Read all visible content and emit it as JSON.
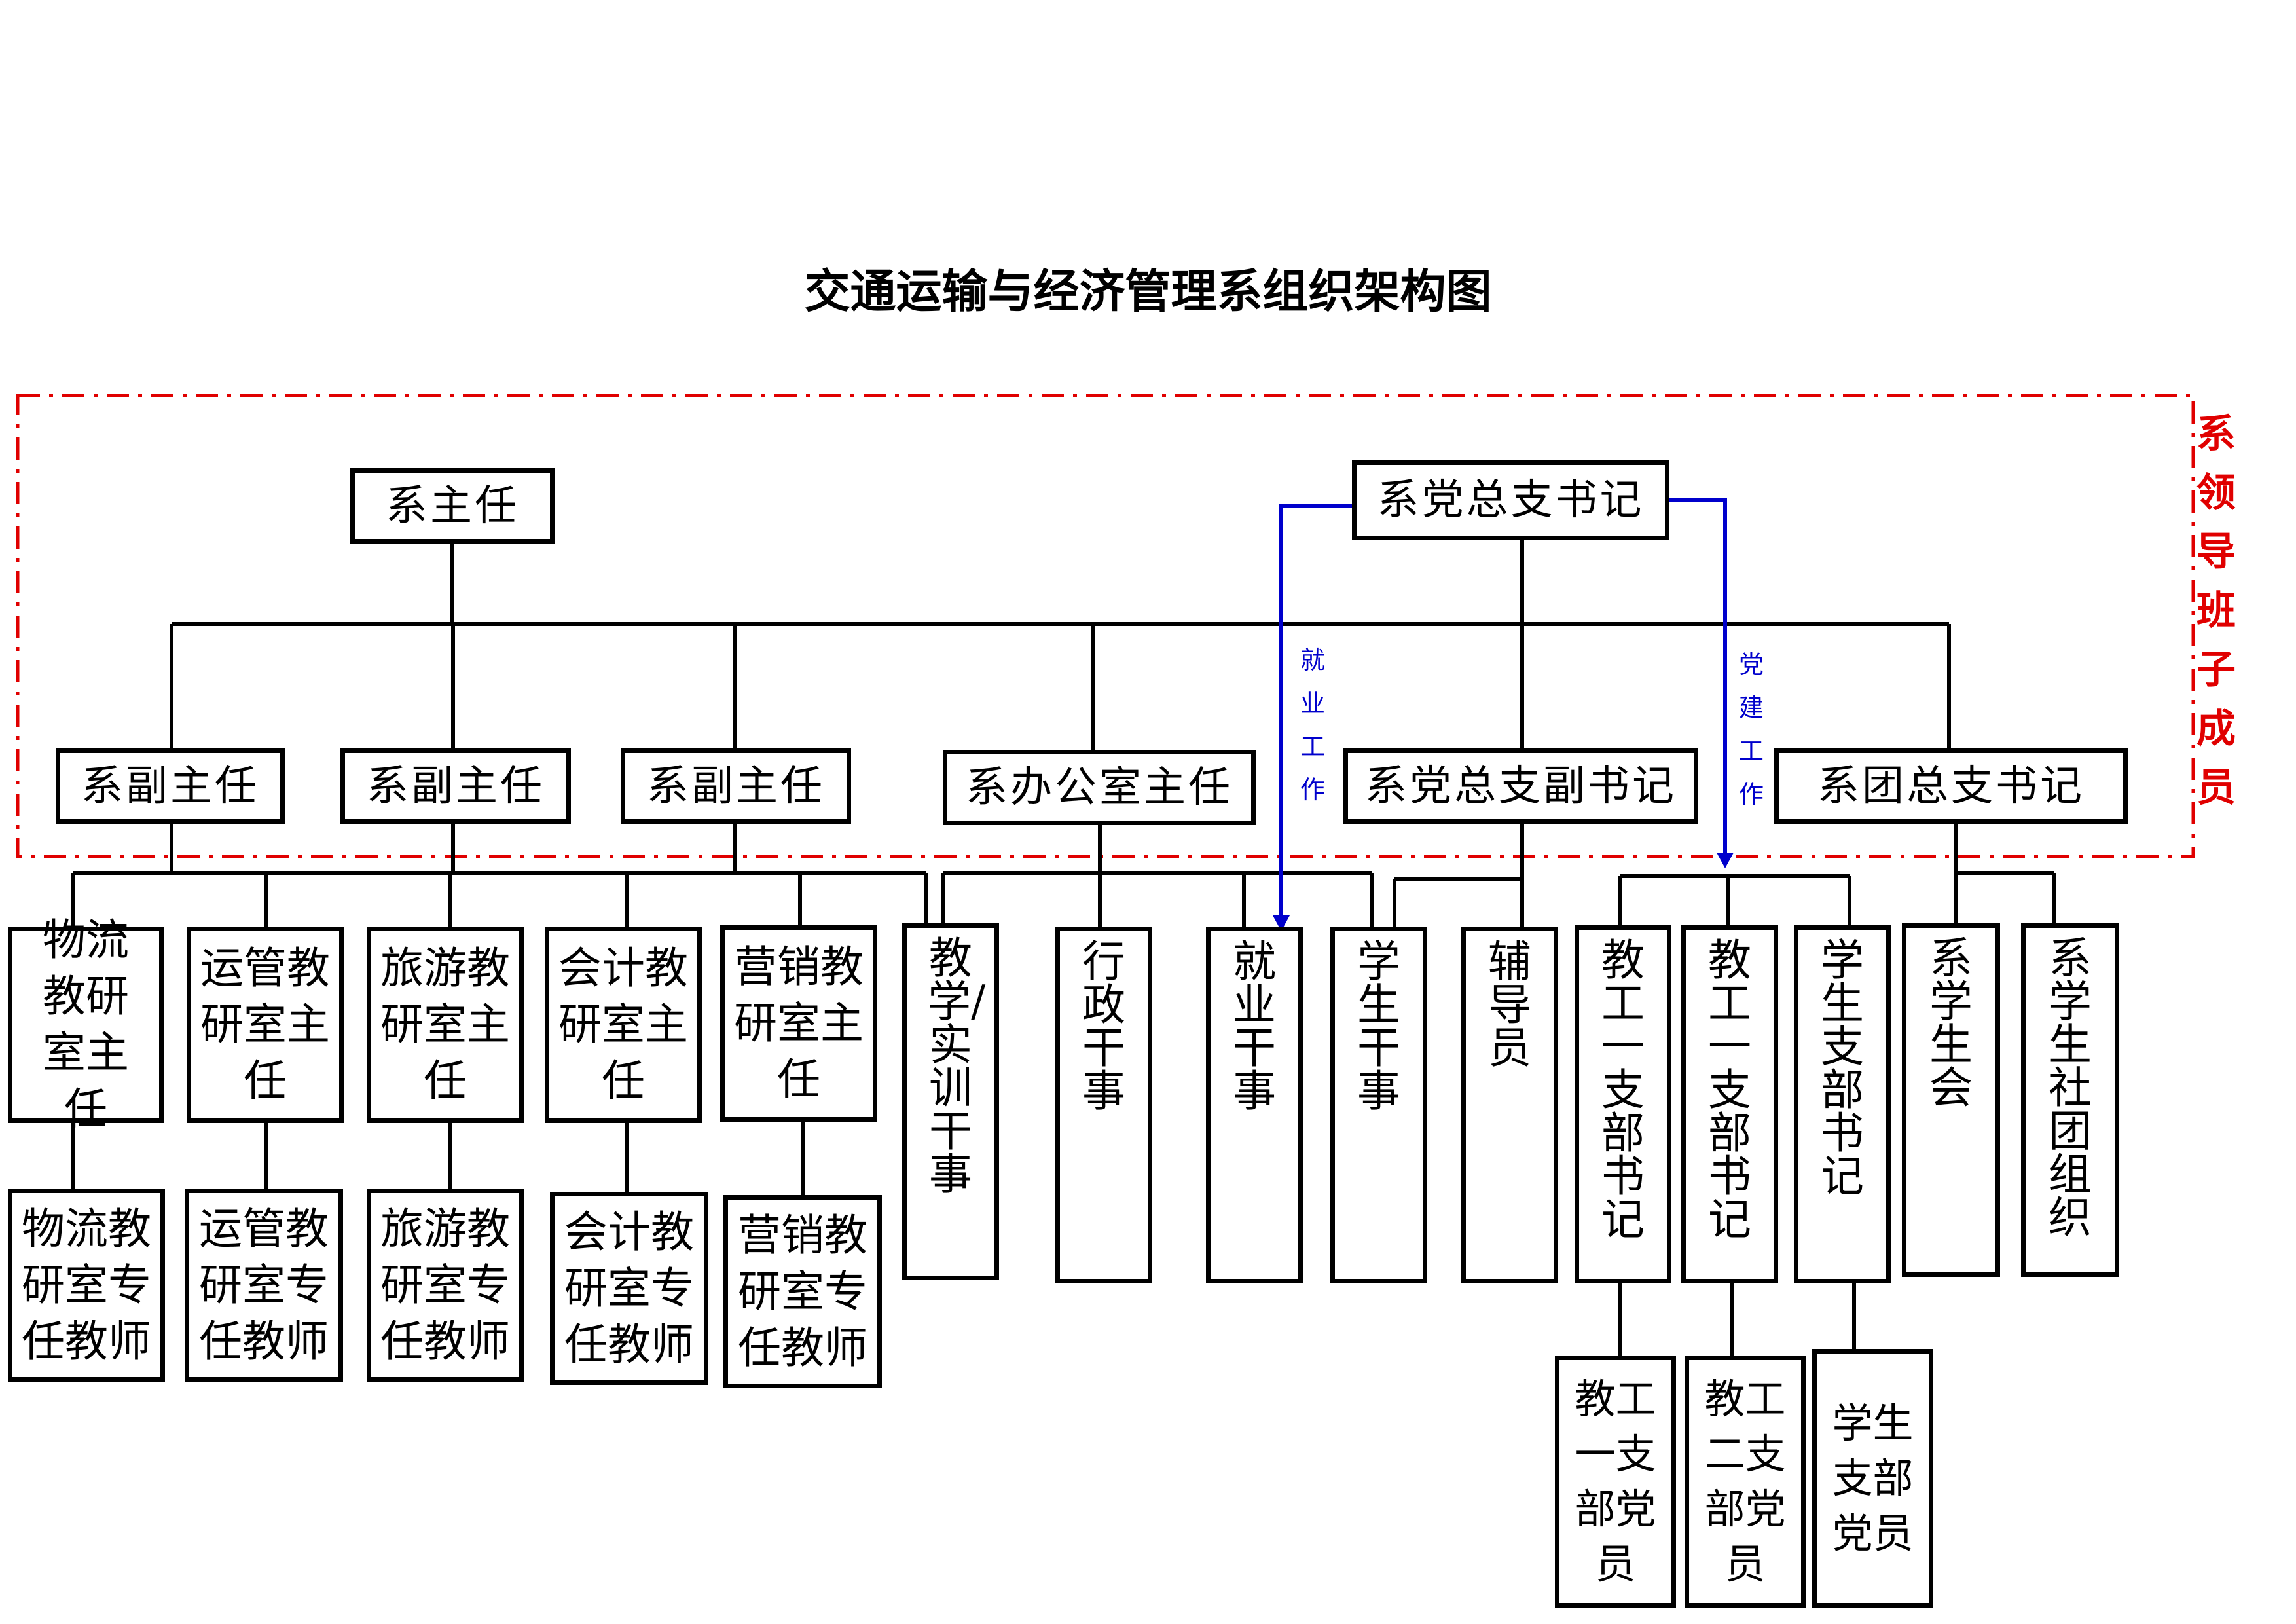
{
  "title": "交通运输与经济管理系组织架构图",
  "leadership_label": "系领导班子成员",
  "colors": {
    "boundary": "#e00000",
    "special_links": "#0000cc",
    "lines": "#000000"
  },
  "top": {
    "director": "系主任",
    "party_secretary": "系党总支书记"
  },
  "branch_labels": {
    "employment_work": "就业工作",
    "party_work": "党建工作"
  },
  "deputies": {
    "deputy_1": "系副主任",
    "deputy_2": "系副主任",
    "deputy_3": "系副主任",
    "office_director": "系办公室主任",
    "deputy_party_secretary": "系党总支副书记",
    "league_secretary": "系团总支书记"
  },
  "teaching_heads": {
    "logistics": "物流教研室主任",
    "transport": "运管教研室主任",
    "tourism": "旅游教研室主任",
    "accounting": "会计教研室主任",
    "marketing": "营销教研室主任"
  },
  "teaching_staff": {
    "logistics": "物流教研室专任教师",
    "transport": "运管教研室专任教师",
    "tourism": "旅游教研室专任教师",
    "accounting": "会计教研室专任教师",
    "marketing": "营销教研室专任教师"
  },
  "office_staff": {
    "teaching_training": "教学/实训干事",
    "admin": "行政干事",
    "employment": "就业干事",
    "student_affairs": "学生干事",
    "counselor": "辅导员"
  },
  "party_branches": {
    "branch_1_secretary": "教工一支部书记",
    "branch_2_secretary": "教工一支部书记",
    "student_branch_secretary": "学生支部书记"
  },
  "party_members": {
    "branch_1_members": "教工一支部党员",
    "branch_2_members": "教工二支部党员",
    "student_members": "学生支部党员"
  },
  "league_units": {
    "student_union": "系学生会",
    "student_clubs": "系学生社团组织"
  }
}
